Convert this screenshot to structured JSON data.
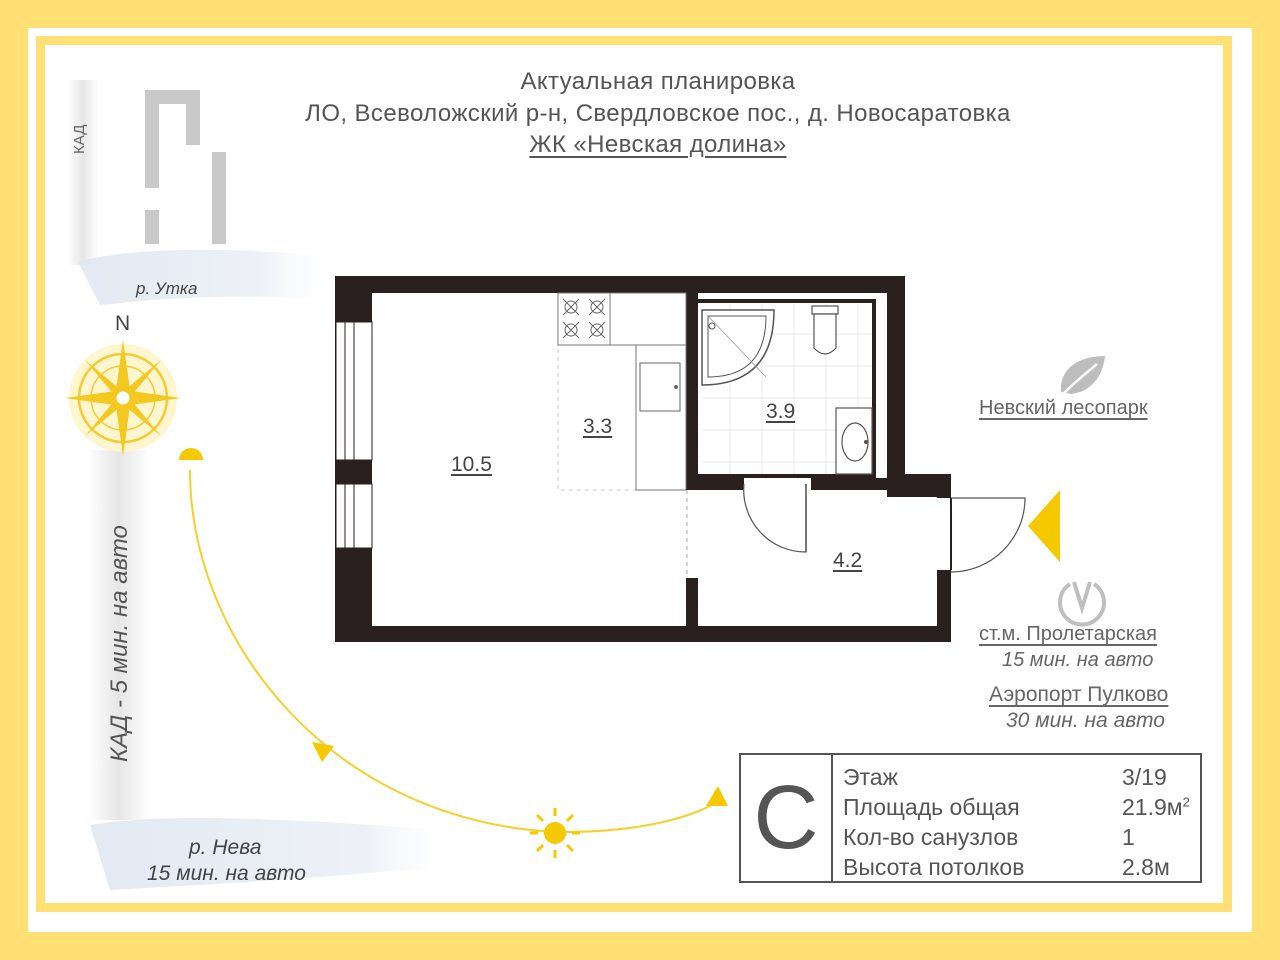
{
  "header": {
    "line1": "Актуальная планировка",
    "line2": "ЛО, Всеволожский р-н, Свердловское пос., д. Новосаратовка",
    "line3": "ЖК «Невская долина»"
  },
  "map": {
    "kad_label": "КАД",
    "utka_label": "р. Утка",
    "north_label": "N",
    "kad_time": "КАД - 5 мин. на авто",
    "neva_label": "р. Нева",
    "neva_time": "15 мин. на авто",
    "park_label": "Невский лесопарк",
    "metro_label": "ст.м. Пролетарская",
    "metro_time": "15 мин. на авто",
    "airport_label": "Аэропорт Пулково",
    "airport_time": "30 мин. на авто"
  },
  "rooms": [
    {
      "id": "living",
      "area": "10.5"
    },
    {
      "id": "kitchen",
      "area": "3.3"
    },
    {
      "id": "bathroom",
      "area": "3.9"
    },
    {
      "id": "hall",
      "area": "4.2"
    }
  ],
  "info": {
    "letter": "С",
    "rows": [
      {
        "key": "Этаж",
        "value": "3/19"
      },
      {
        "key": "Площадь общая",
        "value": "21.9м",
        "sup": "2"
      },
      {
        "key": "Кол-во санузлов",
        "value": "1"
      },
      {
        "key": "Высота потолков",
        "value": "2.8м"
      }
    ]
  },
  "colors": {
    "frame": "#ffe074",
    "wall": "#2b2020",
    "accent": "#f5c400",
    "text": "#555555"
  }
}
